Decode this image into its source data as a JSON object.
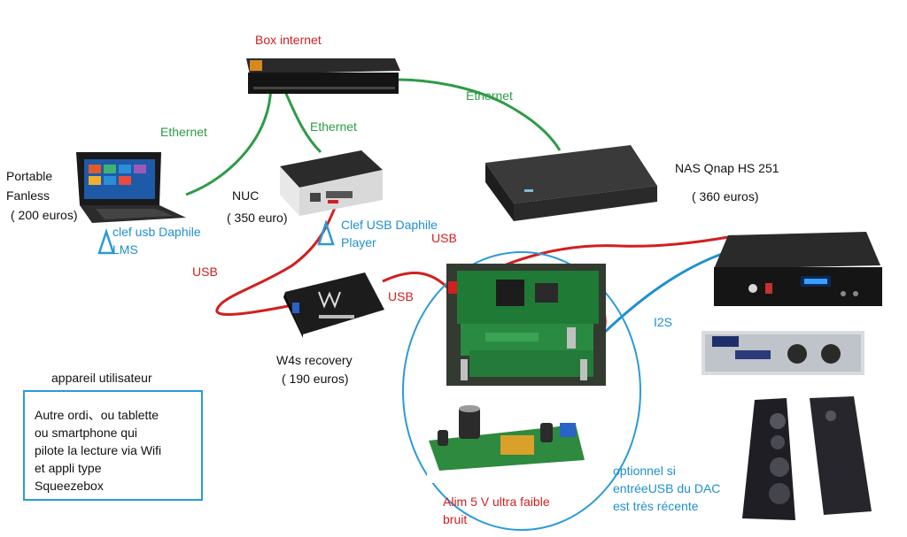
{
  "labels": {
    "box_internet": "Box internet",
    "ethernet_left": "Ethernet",
    "ethernet_mid": "Ethernet",
    "ethernet_right": "Ethernet",
    "portable_line1": "Portable",
    "portable_line2": "Fanless",
    "portable_price": "( 200 euros)",
    "nuc": "NUC",
    "nuc_price": "( 350 euro)",
    "nas_name": "NAS Qnap HS 251",
    "nas_price": "( 360 euros)",
    "clef_lms_line1": "clef usb Daphile",
    "clef_lms_line2": "LMS",
    "clef_player_line1": "Clef USB Daphile",
    "clef_player_line2": "Player",
    "usb_left": "USB",
    "usb_mid": "USB",
    "usb_top": "USB",
    "i2s": "I2S",
    "w4s_name": "W4s recovery",
    "w4s_price": "( 190 euros)",
    "appareil": "appareil utilisateur",
    "user_box_text": "Autre ordi、ou tablette\nou smartphone qui\npilote la lecture via Wifi\net appli type\nSqueezebox",
    "alim_line1": "Alim 5 V ultra faible",
    "alim_line2": "bruit",
    "optionnel_line1": "optionnel si",
    "optionnel_line2": "entréeUSB du DAC",
    "optionnel_line3": "est très récente"
  },
  "colors": {
    "ethernet": "#2e9b45",
    "usb": "#d21f1f",
    "i2s": "#1f8fd0",
    "black_text": "#111111"
  },
  "devices": {
    "box_internet": "router-device",
    "laptop": "laptop-device",
    "nuc": "nuc-device",
    "nas": "nas-device",
    "w4s": "usb-converter-device",
    "board": "interface-board",
    "psu": "power-supply-board",
    "dac": "dac-device",
    "amp": "amplifier-device",
    "speakers": "speakers-device"
  }
}
